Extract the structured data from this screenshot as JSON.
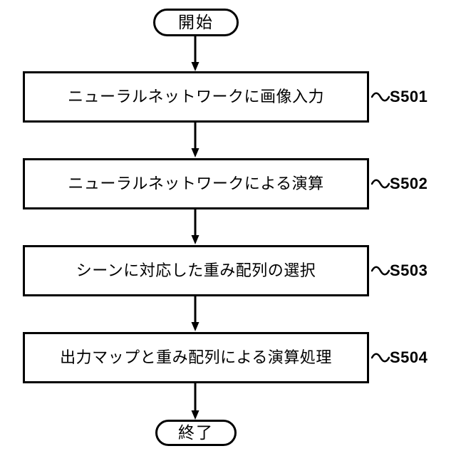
{
  "diagram": {
    "type": "flowchart",
    "orientation": "vertical",
    "start_terminal": {
      "label": "開始"
    },
    "end_terminal": {
      "label": "終了"
    },
    "steps": [
      {
        "text": "ニューラルネットワークに画像入力",
        "ref": "S501",
        "tilde": "〜"
      },
      {
        "text": "ニューラルネットワークによる演算",
        "ref": "S502",
        "tilde": "〜"
      },
      {
        "text": "シーンに対応した重み配列の選択",
        "ref": "S503",
        "tilde": "〜"
      },
      {
        "text": "出力マップと重み配列による演算処理",
        "ref": "S504",
        "tilde": "〜"
      }
    ],
    "colors": {
      "stroke": "#000000",
      "background": "#ffffff",
      "text": "#000000"
    }
  }
}
